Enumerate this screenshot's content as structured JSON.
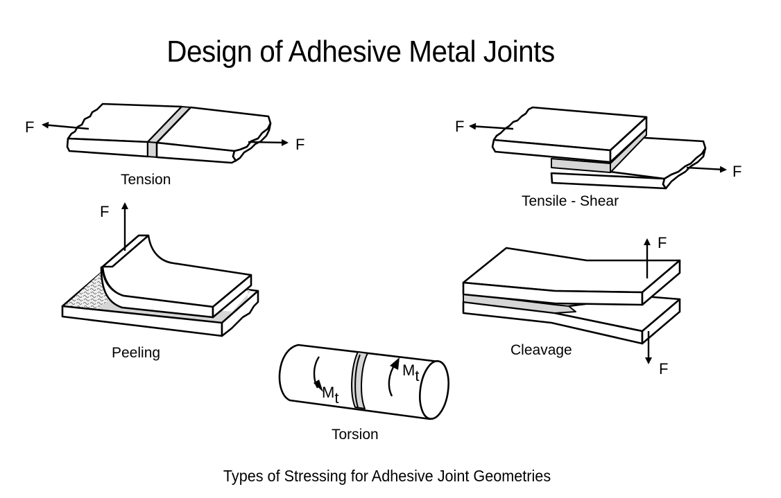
{
  "title": "Design of Adhesive Metal Joints",
  "caption": "Types of Stressing for Adhesive Joint Geometries",
  "joints": {
    "tension": {
      "label": "Tension",
      "force_left": "F",
      "force_right": "F"
    },
    "tensile_shear": {
      "label": "Tensile - Shear",
      "force_left": "F",
      "force_right": "F"
    },
    "peeling": {
      "label": "Peeling",
      "force": "F"
    },
    "cleavage": {
      "label": "Cleavage",
      "force_up": "F",
      "force_down": "F"
    },
    "torsion": {
      "label": "Torsion",
      "moment_left": "M",
      "moment_left_sub": "t",
      "moment_right": "M",
      "moment_right_sub": "t"
    }
  },
  "colors": {
    "adhesive": "#d6d6d6",
    "line": "#000000",
    "background": "#ffffff"
  }
}
